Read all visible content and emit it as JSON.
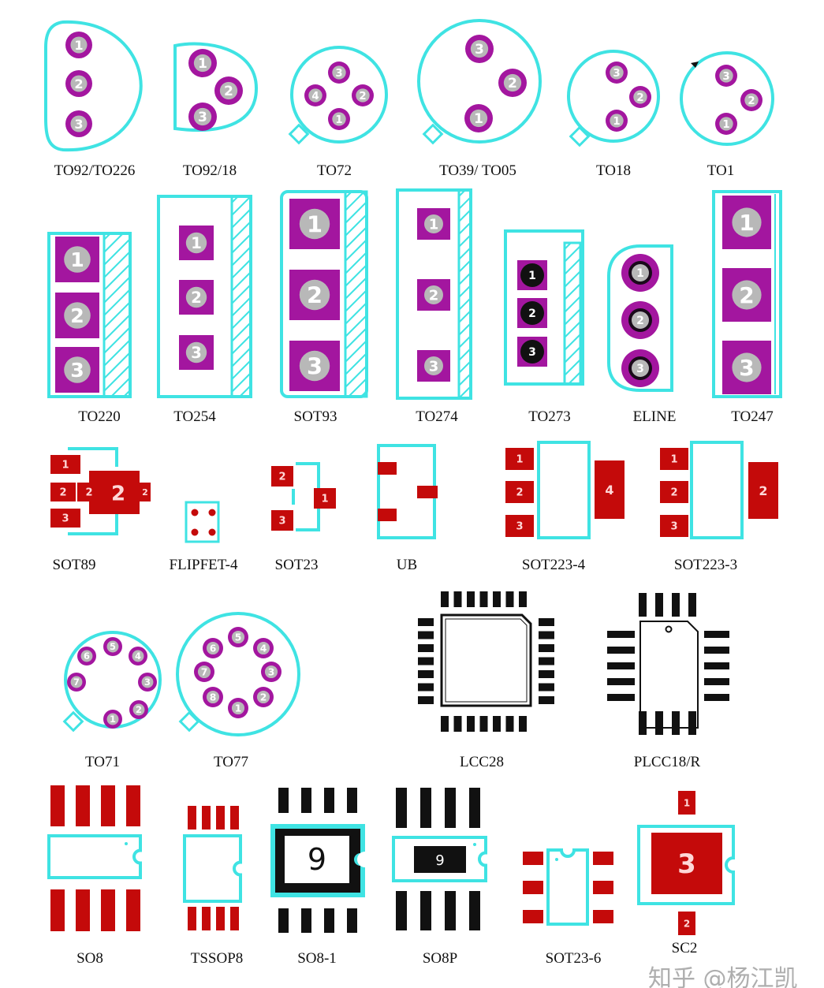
{
  "colors": {
    "outline": "#3fe3e3",
    "through_hole_pad": "#a3169f",
    "pad_number_gray": "#b8b8b8",
    "smd_pad": "#c40a0a",
    "smd_pad_text": "#ffd8d8",
    "black_pad": "#111111"
  },
  "packages": [
    {
      "label": "TO92/TO226",
      "pins": [
        "1",
        "2",
        "3"
      ]
    },
    {
      "label": "TO92/18",
      "pins": [
        "1",
        "2",
        "3"
      ]
    },
    {
      "label": "TO72",
      "pins": [
        "3",
        "4",
        "2",
        "1"
      ]
    },
    {
      "label": "TO39/ TO05",
      "pins": [
        "3",
        "2",
        "1"
      ]
    },
    {
      "label": "TO18",
      "pins": [
        "3",
        "2",
        "1"
      ]
    },
    {
      "label": "TO1",
      "pins": [
        "3",
        "2",
        "1"
      ]
    },
    {
      "label": "TO220",
      "pins": [
        "1",
        "2",
        "3"
      ]
    },
    {
      "label": "TO254",
      "pins": [
        "1",
        "2",
        "3"
      ]
    },
    {
      "label": "SOT93",
      "pins": [
        "1",
        "2",
        "3"
      ]
    },
    {
      "label": "TO274",
      "pins": [
        "1",
        "2",
        "3"
      ]
    },
    {
      "label": "TO273",
      "pins": [
        "1",
        "2",
        "3"
      ]
    },
    {
      "label": "ELINE",
      "pins": [
        "1",
        "2",
        "3"
      ]
    },
    {
      "label": "TO247",
      "pins": [
        "1",
        "2",
        "3"
      ]
    },
    {
      "label": "SOT89",
      "pins": [
        "1",
        "2",
        "2",
        "2",
        "2",
        "3"
      ]
    },
    {
      "label": "FLIPFET-4",
      "pins": []
    },
    {
      "label": "SOT23",
      "pins": [
        "2",
        "3",
        "1"
      ]
    },
    {
      "label": "UB",
      "pins": []
    },
    {
      "label": "SOT223-4",
      "pins": [
        "1",
        "2",
        "3",
        "4"
      ]
    },
    {
      "label": "SOT223-3",
      "pins": [
        "1",
        "2",
        "3",
        "2"
      ]
    },
    {
      "label": "TO71",
      "pins": [
        "6",
        "5",
        "4",
        "7",
        "3",
        "2",
        "1"
      ]
    },
    {
      "label": "TO77",
      "pins": [
        "5",
        "4",
        "3",
        "2",
        "1",
        "8",
        "7",
        "6"
      ]
    },
    {
      "label": "LCC28",
      "pins": []
    },
    {
      "label": "PLCC18/R",
      "pins": []
    },
    {
      "label": "SO8",
      "pins": []
    },
    {
      "label": "TSSOP8",
      "pins": []
    },
    {
      "label": "SO8-1",
      "pins": [
        "9"
      ]
    },
    {
      "label": "SO8P",
      "pins": [
        "9"
      ]
    },
    {
      "label": "SOT23-6",
      "pins": []
    },
    {
      "label": "SC2",
      "pins": [
        "1",
        "3",
        "2"
      ]
    }
  ],
  "watermark": "知乎 @杨江凯"
}
